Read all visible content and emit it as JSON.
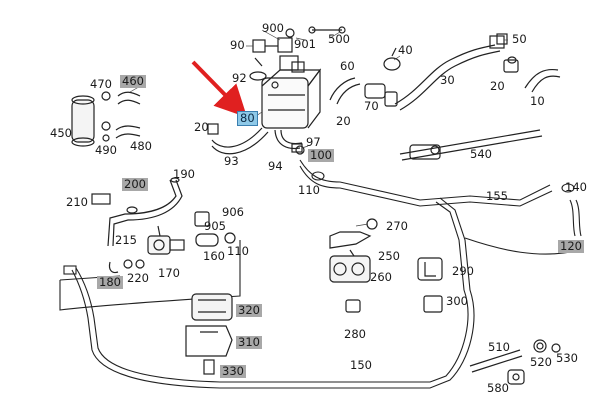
{
  "callouts": {
    "c900": "900",
    "c90": "90",
    "c901": "901",
    "c500": "500",
    "c40": "40",
    "c50": "50",
    "c470": "470",
    "c460": "460",
    "c92": "92",
    "c60": "60",
    "c30": "30",
    "c20a": "20",
    "c10": "10",
    "c70": "70",
    "c80": "80",
    "c450": "450",
    "c20b": "20",
    "c20c": "20",
    "c490": "490",
    "c480": "480",
    "c97": "97",
    "c100": "100",
    "c540": "540",
    "c93": "93",
    "c94": "94",
    "c110a": "110",
    "c190": "190",
    "c200": "200",
    "c155": "155",
    "c140": "140",
    "c210": "210",
    "c906": "906",
    "c905": "905",
    "c215": "215",
    "c270": "270",
    "c120": "120",
    "c250": "250",
    "c160": "160",
    "c110b": "110",
    "c290": "290",
    "c220": "220",
    "c170": "170",
    "c260": "260",
    "c180": "180",
    "c300": "300",
    "c320": "320",
    "c280": "280",
    "c310": "310",
    "c510": "510",
    "c520": "520",
    "c530": "530",
    "c150": "150",
    "c330": "330",
    "c580": "580"
  },
  "colors": {
    "selected_fill": "#8ec9e8",
    "highlight_fill": "#a8a8a8",
    "arrow": "#e02020",
    "line": "#222222"
  }
}
